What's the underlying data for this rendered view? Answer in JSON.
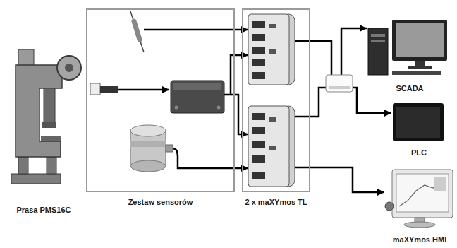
{
  "diagram": {
    "nodes": [
      {
        "text": [
          "Prasa PMS16C"
        ]
      },
      {
        "text": [
          "Zestaw sensorów"
        ]
      },
      {
        "text": [
          "2 x maXYmos TL"
        ]
      },
      {
        "text": [
          "SCADA"
        ]
      },
      {
        "text": [
          "PLC"
        ]
      },
      {
        "text": [
          "maXYmos HMI"
        ]
      }
    ],
    "edges": [
      {
        "from": 1,
        "to": 2,
        "arrow": "to"
      },
      {
        "from": 2,
        "to": 3,
        "arrow": "to"
      },
      {
        "from": 2,
        "to": 4,
        "arrow": "to"
      },
      {
        "from": 2,
        "to": 5,
        "arrow": "to"
      }
    ]
  }
}
